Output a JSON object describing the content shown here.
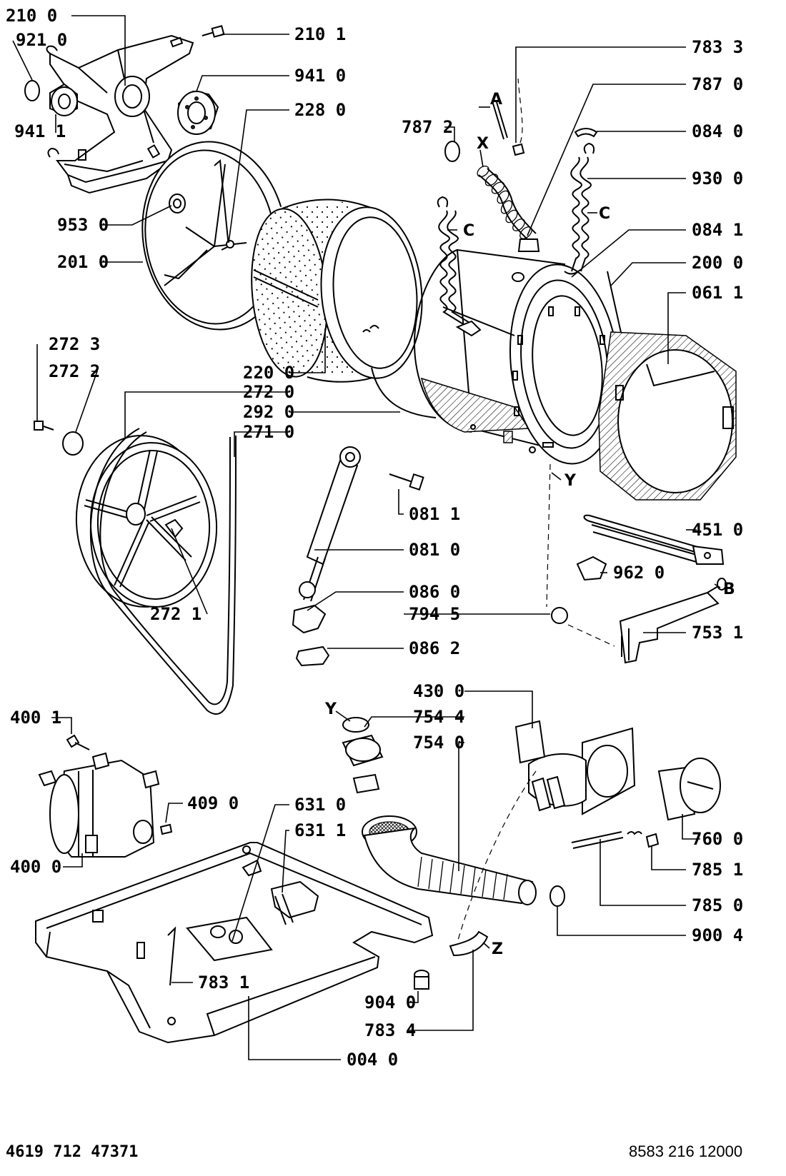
{
  "labels": {
    "l2100": "210 0",
    "l9210": "921 0",
    "l9411": "941 1",
    "l2101": "210 1",
    "l9410": "941 0",
    "l2280": "228 0",
    "l9530": "953 0",
    "l2010": "201 0",
    "l7833": "783 3",
    "l7870": "787 0",
    "l7872": "787 2",
    "l0840": "084 0",
    "l9300": "930 0",
    "l0841": "084 1",
    "l2000": "200 0",
    "l0611": "061 1",
    "l2723": "272 3",
    "l2722": "272 2",
    "l2200": "220 0",
    "l2720": "272 0",
    "l2920": "292 0",
    "l2710": "271 0",
    "l2721": "272 1",
    "l0811": "081 1",
    "l0810": "081 0",
    "l0860": "086 0",
    "l7945": "794 5",
    "l0862": "086 2",
    "l4510": "451 0",
    "l9620": "962 0",
    "l7531": "753 1",
    "l4001": "400 1",
    "l4090": "409 0",
    "l4000": "400 0",
    "l4300": "430 0",
    "l7544": "754 4",
    "l7540": "754 0",
    "l6310": "631 0",
    "l6311": "631 1",
    "l7600": "760 0",
    "l7851": "785 1",
    "l7850": "785 0",
    "l9004": "900 4",
    "l7831": "783 1",
    "l9040": "904 0",
    "l7834": "783 4",
    "l0040": "004 0"
  },
  "letters": {
    "A": "A",
    "X": "X",
    "C1": "C",
    "C2": "C",
    "Y1": "Y",
    "Y2": "Y",
    "B": "B",
    "Z": "Z"
  },
  "footer": {
    "left_code": "4619 712 47371",
    "right_code": "8583 216 12000"
  }
}
